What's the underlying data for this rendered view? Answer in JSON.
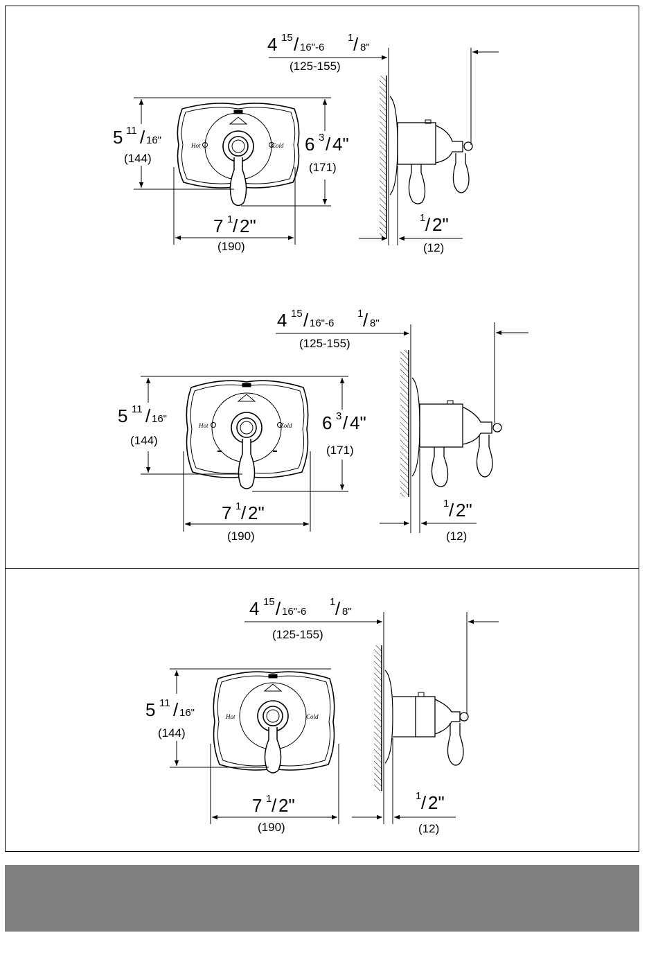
{
  "panels": [
    {
      "depth": {
        "whole": "4",
        "num1": "15",
        "den1": "16\"-6",
        "num2": "1",
        "den2": "8\"",
        "mm": "(125-155)"
      },
      "height": {
        "whole": "5",
        "num": "11",
        "den": "16\"",
        "mm": "(144)"
      },
      "height2": {
        "whole": "6",
        "num": "3",
        "den": "4\"",
        "mm": "(171)"
      },
      "width": {
        "whole": "7",
        "num": "1",
        "den": "2\"",
        "mm": "(190)"
      },
      "offset": {
        "num": "1",
        "den": "2\"",
        "mm": "(12)"
      },
      "labels": {
        "hot": "Hot",
        "cold": "Cold"
      }
    },
    {
      "depth": {
        "whole": "4",
        "num1": "15",
        "den1": "16\"-6",
        "num2": "1",
        "den2": "8\"",
        "mm": "(125-155)"
      },
      "height": {
        "whole": "5",
        "num": "11",
        "den": "16\"",
        "mm": "(144)"
      },
      "height2": {
        "whole": "6",
        "num": "3",
        "den": "4\"",
        "mm": "(171)"
      },
      "width": {
        "whole": "7",
        "num": "1",
        "den": "2\"",
        "mm": "(190)"
      },
      "offset": {
        "num": "1",
        "den": "2\"",
        "mm": "(12)"
      },
      "labels": {
        "hot": "Hot",
        "cold": "Cold"
      }
    },
    {
      "depth": {
        "whole": "4",
        "num1": "15",
        "den1": "16\"-6",
        "num2": "1",
        "den2": "8\"",
        "mm": "(125-155)"
      },
      "height": {
        "whole": "5",
        "num": "11",
        "den": "16\"",
        "mm": "(144)"
      },
      "width": {
        "whole": "7",
        "num": "1",
        "den": "2\"",
        "mm": "(190)"
      },
      "offset": {
        "num": "1",
        "den": "2\"",
        "mm": "(12)"
      },
      "labels": {
        "hot": "Hot",
        "cold": "Cold"
      }
    }
  ],
  "colors": {
    "line": "#000000",
    "footer": "#808080",
    "background": "#ffffff"
  }
}
